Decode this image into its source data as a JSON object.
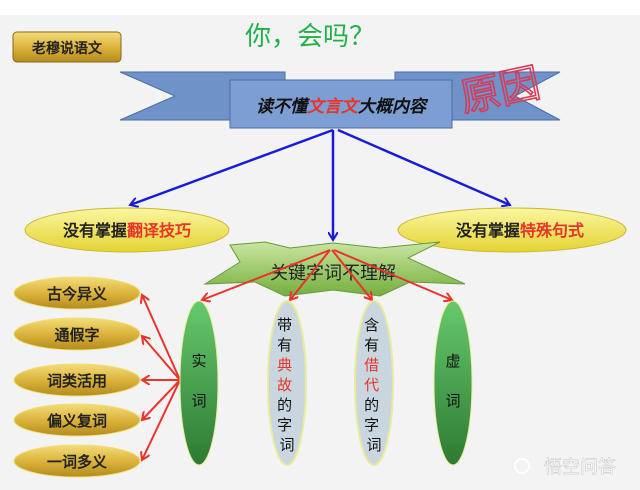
{
  "title": "你，会吗？",
  "badge": "老穆说语文",
  "banner": {
    "part1": "读不懂",
    "part2": "文言文",
    "part3": "大概内容"
  },
  "stamp": "原因",
  "causes": [
    {
      "plain": "没有掌握",
      "highlight": "翻译技巧"
    },
    {
      "plain": "没有掌握",
      "highlight": "特殊句式"
    }
  ],
  "key_node": "关键字词不理解",
  "word_types": [
    {
      "chars": [
        "实",
        "词"
      ]
    },
    {
      "chars": [
        "带",
        "有",
        "典",
        "故",
        "的",
        "字",
        "词"
      ],
      "highlight": [
        2,
        3
      ]
    },
    {
      "chars": [
        "含",
        "有",
        "借",
        "代",
        "的",
        "字",
        "词"
      ],
      "highlight": [
        2,
        3
      ]
    },
    {
      "chars": [
        "虚",
        "词"
      ]
    }
  ],
  "shici_items": [
    "古今异义",
    "通假字",
    "词类活用",
    "偏义复词",
    "一词多义"
  ],
  "watermark": "悟空问答",
  "colors": {
    "title": "#22b04a",
    "highlight": "#e8342a",
    "blue_arrow": "#1a1adc",
    "red_arrow": "#e8342a",
    "banner": "#6f93c9",
    "gold": "#d9b43a",
    "green": "#3e9a45",
    "gray_oval": "#c9d6e0"
  }
}
